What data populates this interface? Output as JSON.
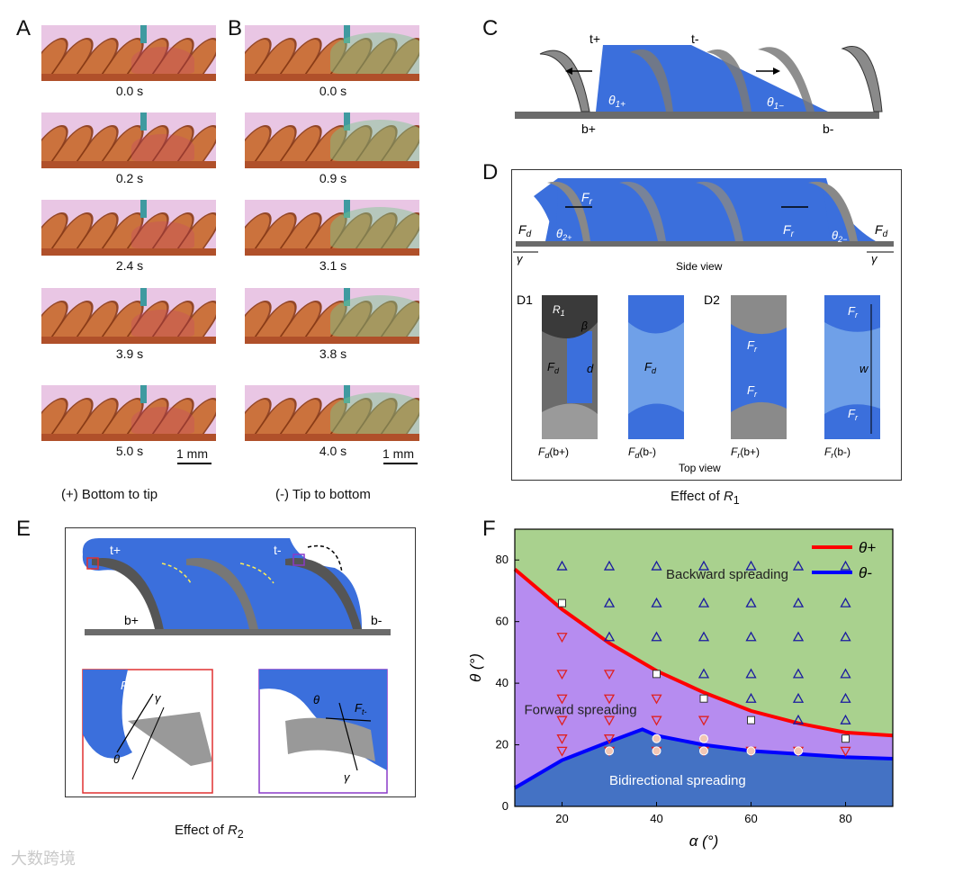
{
  "panels": {
    "A": "A",
    "B": "B",
    "C": "C",
    "D": "D",
    "E": "E",
    "F": "F"
  },
  "panel_a": {
    "times": [
      "0.0 s",
      "0.2 s",
      "2.4 s",
      "3.9 s",
      "5.0 s"
    ],
    "scalebar": "1 mm",
    "caption": "(+) Bottom to tip"
  },
  "panel_b": {
    "times": [
      "0.0 s",
      "0.9 s",
      "3.1 s",
      "3.8 s",
      "4.0 s"
    ],
    "scalebar": "1 mm",
    "caption": "(-) Tip to bottom"
  },
  "panel_c": {
    "t_plus": "t+",
    "t_minus": "t-",
    "b_plus": "b+",
    "b_minus": "b-",
    "theta1p": "θ",
    "theta1p_sub": "1+",
    "theta1m": "θ",
    "theta1m_sub": "1−"
  },
  "panel_d": {
    "side_view": "Side view",
    "top_view": "Top view",
    "effect": "Effect of",
    "effect_var": "R",
    "effect_sub": "1",
    "Fd": "F",
    "Fd_sub": "d",
    "Fr": "F",
    "Fr_sub": "r",
    "gamma": "γ",
    "theta2p": "θ",
    "theta2p_sub": "2+",
    "theta2m": "θ",
    "theta2m_sub": "2−",
    "d1": "D1",
    "d2": "D2",
    "R1": "R",
    "R1_sub": "1",
    "beta": "β",
    "d": "d",
    "w": "w",
    "cap1": "(b+)",
    "cap2": "(b-)",
    "cap3": "(b+)",
    "cap4": "(b-)"
  },
  "panel_e": {
    "t_plus": "t+",
    "t_minus": "t-",
    "b_plus": "b+",
    "b_minus": "b-",
    "Ftp": "F",
    "Ftp_sub": "t+",
    "Ftm": "F",
    "Ftm_sub": "t-",
    "gamma": "γ",
    "theta": "θ",
    "effect": "Effect of",
    "effect_var": "R",
    "effect_sub": "2"
  },
  "chart_data": {
    "type": "scatter",
    "xlabel": "α (°)",
    "ylabel": "θ (°)",
    "xlim": [
      10,
      90
    ],
    "ylim": [
      0,
      90
    ],
    "xticks": [
      20,
      40,
      60,
      80
    ],
    "yticks": [
      0,
      20,
      40,
      60,
      80
    ],
    "regions": [
      "Backward spreading",
      "Forward spreading",
      "Bidirectional spreading"
    ],
    "region_colors": {
      "backward": "#a9d18e",
      "forward": "#b68cf0",
      "bidirectional": "#4472c4"
    },
    "legend": [
      {
        "name": "θ+",
        "color": "#ff0000"
      },
      {
        "name": "θ-",
        "color": "#0000ff"
      }
    ],
    "curve_theta_plus": [
      [
        10,
        77
      ],
      [
        20,
        64
      ],
      [
        30,
        53
      ],
      [
        40,
        44
      ],
      [
        50,
        37
      ],
      [
        60,
        31
      ],
      [
        70,
        27
      ],
      [
        80,
        24
      ],
      [
        90,
        23
      ]
    ],
    "curve_theta_minus": [
      [
        10,
        6
      ],
      [
        20,
        15
      ],
      [
        30,
        21
      ],
      [
        37,
        25
      ],
      [
        40,
        23
      ],
      [
        50,
        20
      ],
      [
        60,
        18
      ],
      [
        70,
        17
      ],
      [
        80,
        16
      ],
      [
        90,
        15.5
      ]
    ],
    "points": {
      "backward_triangles": [
        [
          20,
          78
        ],
        [
          30,
          78
        ],
        [
          40,
          78
        ],
        [
          50,
          78
        ],
        [
          60,
          78
        ],
        [
          70,
          78
        ],
        [
          80,
          78
        ],
        [
          30,
          66
        ],
        [
          40,
          66
        ],
        [
          50,
          66
        ],
        [
          60,
          66
        ],
        [
          70,
          66
        ],
        [
          80,
          66
        ],
        [
          30,
          55
        ],
        [
          40,
          55
        ],
        [
          50,
          55
        ],
        [
          60,
          55
        ],
        [
          70,
          55
        ],
        [
          80,
          55
        ],
        [
          50,
          43
        ],
        [
          60,
          43
        ],
        [
          70,
          43
        ],
        [
          80,
          43
        ],
        [
          60,
          35
        ],
        [
          70,
          35
        ],
        [
          80,
          35
        ],
        [
          70,
          28
        ],
        [
          80,
          28
        ]
      ],
      "forward_triangles": [
        [
          20,
          55
        ],
        [
          20,
          43
        ],
        [
          30,
          43
        ],
        [
          20,
          35
        ],
        [
          30,
          35
        ],
        [
          40,
          35
        ],
        [
          20,
          28
        ],
        [
          30,
          28
        ],
        [
          40,
          28
        ],
        [
          50,
          28
        ],
        [
          20,
          22
        ],
        [
          30,
          22
        ],
        [
          20,
          18
        ],
        [
          30,
          18
        ],
        [
          40,
          18
        ],
        [
          50,
          18
        ],
        [
          60,
          18
        ],
        [
          70,
          18
        ],
        [
          80,
          18
        ]
      ],
      "transition_squares": [
        [
          20,
          66
        ],
        [
          40,
          43
        ],
        [
          50,
          35
        ],
        [
          60,
          28
        ],
        [
          80,
          22
        ]
      ],
      "bidirectional_circles": [
        [
          30,
          18
        ],
        [
          40,
          22
        ],
        [
          40,
          18
        ],
        [
          50,
          22
        ],
        [
          50,
          18
        ],
        [
          60,
          18
        ],
        [
          70,
          18
        ]
      ]
    }
  },
  "watermark": "大数跨境"
}
